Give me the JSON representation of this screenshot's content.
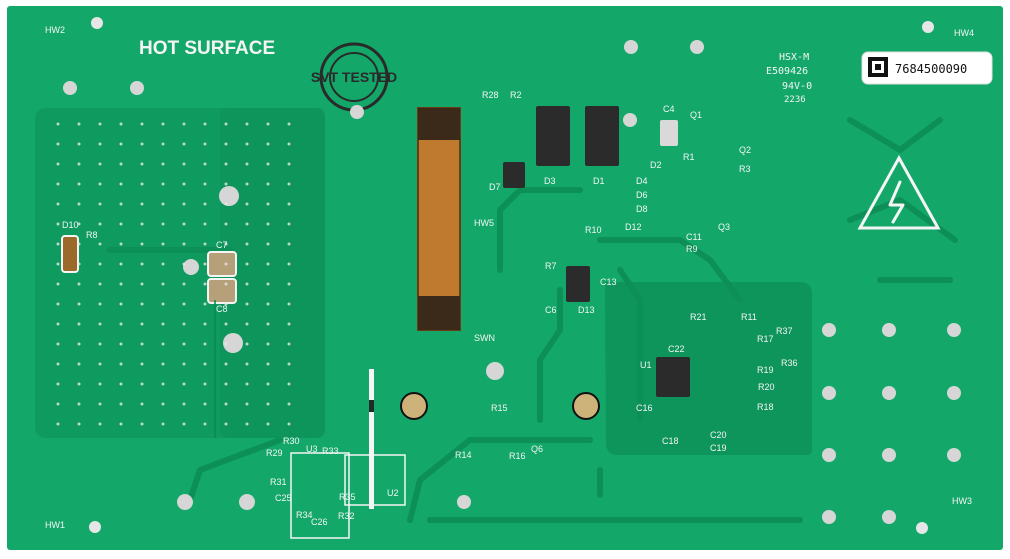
{
  "board": {
    "colors": {
      "mask": "#13a86a",
      "mask_dark": "#0d8f58",
      "mask_shadow": "#0a7a4b",
      "silk": "#f5f5f5",
      "copper": "#c58a3a",
      "pad": "#d6d6d6",
      "chip": "#2b2b2b"
    },
    "silk_text": {
      "title": "HOT SURFACE",
      "hw1": "HW1",
      "hw2": "HW2",
      "hw3": "HW3",
      "hw4": "HW4",
      "hw5": "HW5",
      "hsx": "HSX-M",
      "code": "E509426",
      "rating": "94V-0",
      "date": "2236",
      "barcode": "7684500090",
      "stamp": "SVT TESTED",
      "swn": "SWN"
    },
    "designators": [
      "D10",
      "R8",
      "C7",
      "C8",
      "R28",
      "R2",
      "D7",
      "D3",
      "D1",
      "C4",
      "Q1",
      "D2",
      "R1",
      "Q2",
      "D4",
      "D6",
      "D8",
      "R3",
      "C11",
      "R9",
      "Q3",
      "R10",
      "D12",
      "R7",
      "C6",
      "D13",
      "C13",
      "R21",
      "R11",
      "C22",
      "U1",
      "R17",
      "R37",
      "R36",
      "R19",
      "R20",
      "R18",
      "C16",
      "C18",
      "C20",
      "C19",
      "R15",
      "R14",
      "R16",
      "Q6",
      "R30",
      "R29",
      "U3",
      "R33",
      "R31",
      "C25",
      "R35",
      "R34",
      "C26",
      "R32",
      "U2"
    ]
  }
}
